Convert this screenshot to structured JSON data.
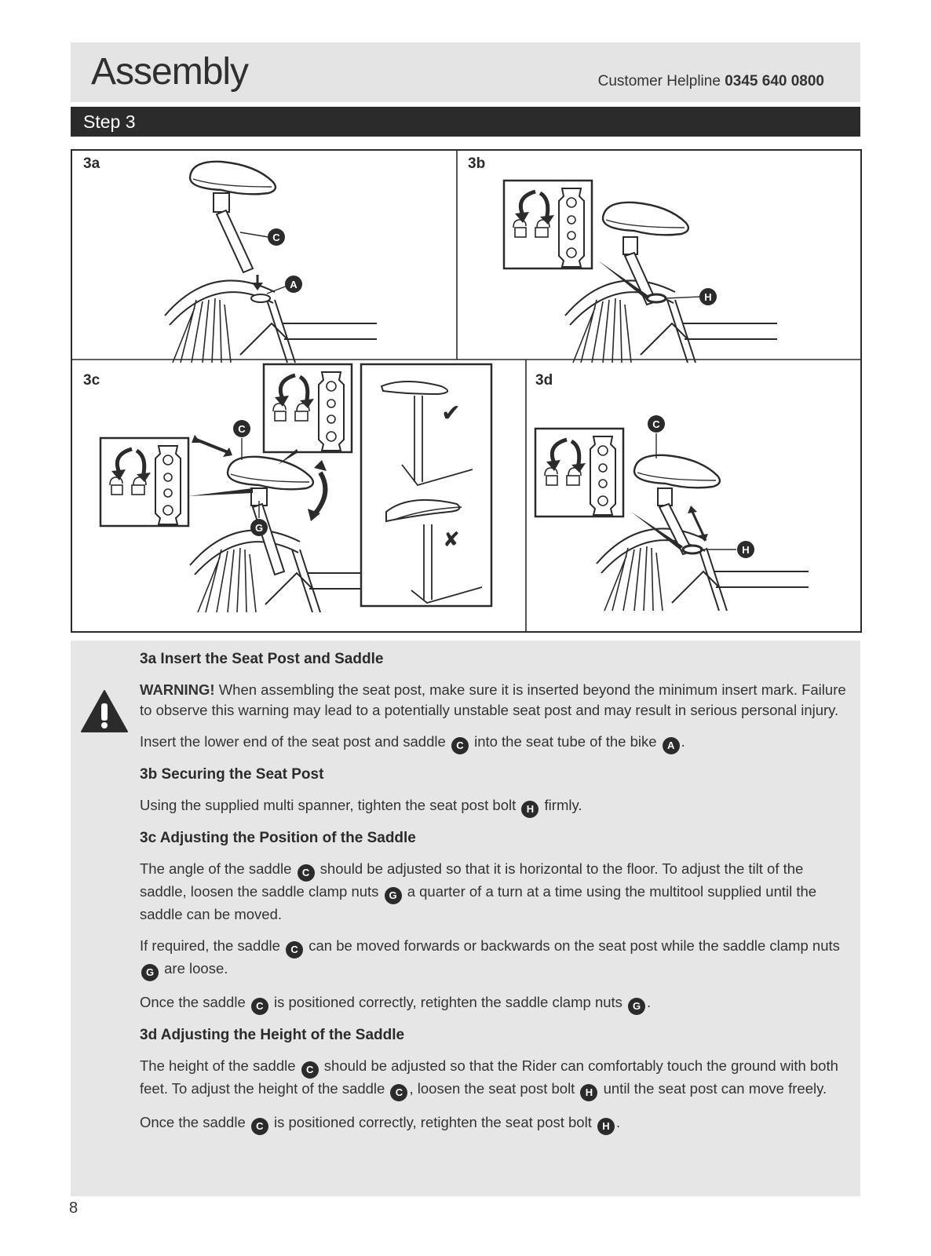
{
  "header": {
    "title": "Assembly",
    "helpline_label": "Customer Helpline",
    "helpline_number": "0345 640 0800"
  },
  "step": {
    "label": "Step 3"
  },
  "figure": {
    "panels": [
      "3a",
      "3b",
      "3c",
      "3d"
    ],
    "callouts": [
      "C",
      "A",
      "H",
      "C",
      "G",
      "C",
      "H"
    ],
    "check_mark": "✔",
    "cross_mark": "✘"
  },
  "sections": {
    "s3a": {
      "title": "3a Insert the Seat Post and Saddle",
      "warning_label": "WARNING!",
      "warning_text": " When assembling the seat post, make sure it is inserted beyond the minimum insert mark. Failure to observe this warning may lead to a potentially unstable seat post and may result in serious personal injury.",
      "p1_a": "Insert the lower end of the seat post and saddle ",
      "p1_b": " into the seat tube of the bike ",
      "p1_c": ".",
      "badge_c": "C",
      "badge_a": "A"
    },
    "s3b": {
      "title": "3b Securing the Seat Post",
      "p1_a": "Using the supplied multi spanner, tighten the seat post bolt ",
      "p1_b": " firmly.",
      "badge_h": "H"
    },
    "s3c": {
      "title": "3c Adjusting the Position of the Saddle",
      "p1_a": "The angle of the saddle ",
      "p1_b": " should be adjusted so that it is horizontal to the floor. To adjust the tilt of the saddle, loosen the saddle clamp nuts ",
      "p1_c": " a quarter of a turn at a time using the multitool supplied until the saddle can be moved.",
      "p2_a": "If required, the saddle ",
      "p2_b": " can be moved forwards or backwards on the seat post while the saddle clamp nuts ",
      "p2_c": " are loose.",
      "p3_a": "Once the saddle ",
      "p3_b": " is positioned correctly, retighten the saddle clamp nuts ",
      "p3_c": ".",
      "badge_c": "C",
      "badge_g": "G"
    },
    "s3d": {
      "title": "3d Adjusting the Height of the Saddle",
      "p1_a": "The height of the saddle ",
      "p1_b": " should be adjusted so that the Rider can comfortably touch the ground with both feet. To adjust the height of the saddle ",
      "p1_c": ", loosen the seat post bolt ",
      "p1_d": " until the seat post can move freely.",
      "p2_a": "Once the saddle ",
      "p2_b": " is positioned correctly, retighten the seat post bolt ",
      "p2_c": ".",
      "badge_c": "C",
      "badge_h": "H"
    }
  },
  "page_number": "8"
}
